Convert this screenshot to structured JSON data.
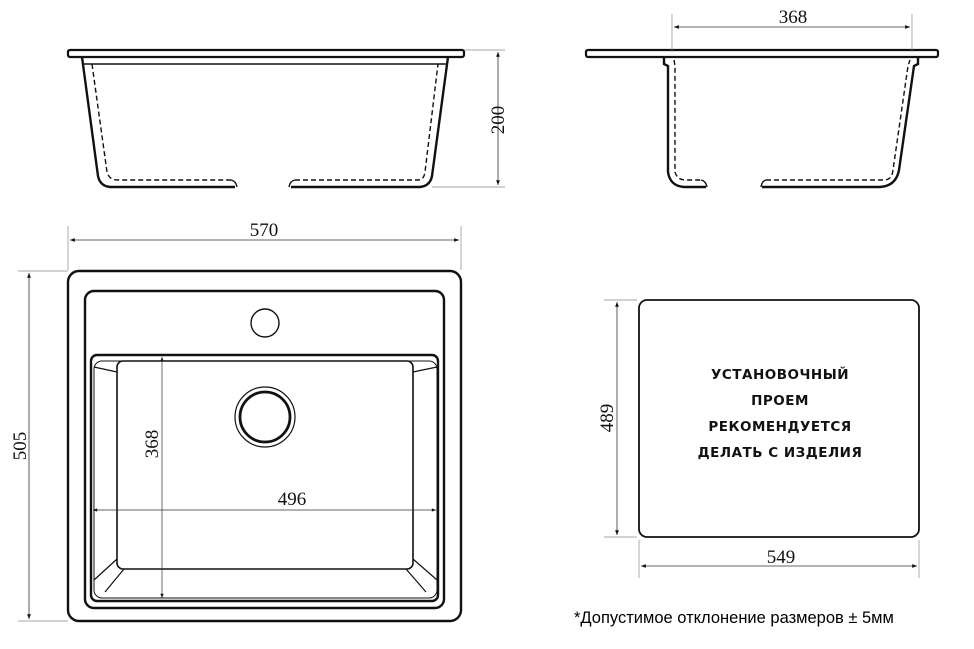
{
  "drawing": {
    "side_view_front": {
      "height_label": "200"
    },
    "side_view_profile": {
      "width_label": "368"
    },
    "top_view": {
      "outer_width_label": "570",
      "outer_height_label": "505",
      "bowl_width_label": "496",
      "bowl_height_label": "368"
    },
    "cutout": {
      "height_label": "489",
      "width_label": "549",
      "note_lines": [
        "УСТАНОВОЧНЫЙ",
        "ПРОЕМ",
        "РЕКОМЕНДУЕТСЯ",
        "ДЕЛАТЬ С ИЗДЕЛИЯ"
      ]
    },
    "footer_note": "*Допустимое отклонение размеров  ± 5мм"
  }
}
